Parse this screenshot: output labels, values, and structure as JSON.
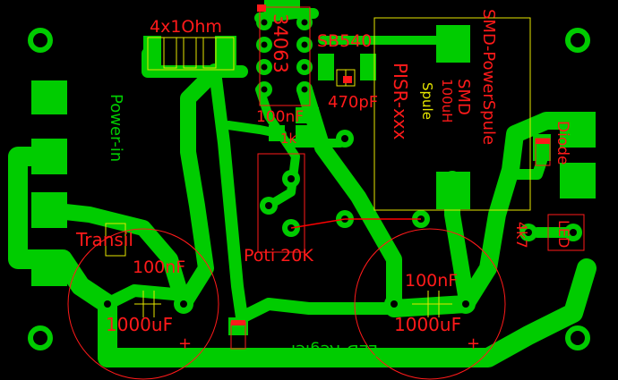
{
  "colors": {
    "background": "#000000",
    "copper": "#00cc00",
    "silkscreen_red": "#ff1a1a",
    "outline_yellow": "#e6e600",
    "wire_red": "#ff0000",
    "drill": "#000000"
  },
  "labels": {
    "resistors_4x1ohm": "4x1Ohm",
    "ic_34063": "34063",
    "diode_sb540": "SB540",
    "cap_470pf": "470pF",
    "cap_100nf_top": "100nF",
    "resistor_1k": "1k",
    "smd_power_spule": "SMD-PowerSpule",
    "pisr": "PISR-xxx",
    "smd": "SMD",
    "inductance": "100uH",
    "spule": "Spule",
    "power_in": "Power-in",
    "diode": "Diode",
    "transil": "Transil",
    "cap_100nf_left": "100nF",
    "poti": "Poti 20K",
    "cap_100nf_right": "100nF",
    "elko_left": "1000uF",
    "elko_right": "1000uF",
    "led_regler": "LED-Regler",
    "r_4k7": "4k7",
    "led": "LED",
    "plus_left": "+",
    "plus_right": "+"
  }
}
